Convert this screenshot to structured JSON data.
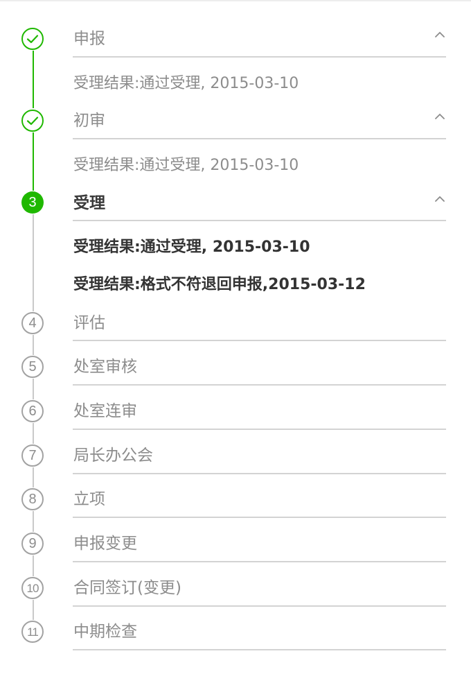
{
  "colors": {
    "accent": "#1fb800",
    "muted_text": "#8c8c8c",
    "active_text": "#3a3a3a",
    "line_inactive": "#c9c9c9"
  },
  "steps": [
    {
      "label": "申报",
      "status": "done",
      "icon": "check-icon",
      "expanded": true,
      "details": [
        "受理结果:通过受理, 2015-03-10"
      ]
    },
    {
      "label": "初审",
      "status": "done",
      "icon": "check-icon",
      "expanded": true,
      "details": [
        "受理结果:通过受理, 2015-03-10"
      ]
    },
    {
      "label": "受理",
      "number": "3",
      "status": "current",
      "expanded": true,
      "details": [
        "受理结果:通过受理, 2015-03-10",
        "受理结果:格式不符退回申报,2015-03-12"
      ]
    },
    {
      "label": "评估",
      "number": "4",
      "status": "pending"
    },
    {
      "label": "处室审核",
      "number": "5",
      "status": "pending"
    },
    {
      "label": "处室连审",
      "number": "6",
      "status": "pending"
    },
    {
      "label": "局长办公会",
      "number": "7",
      "status": "pending"
    },
    {
      "label": "立项",
      "number": "8",
      "status": "pending"
    },
    {
      "label": "申报变更",
      "number": "9",
      "status": "pending"
    },
    {
      "label": "合同签订(变更)",
      "number": "10",
      "status": "pending"
    },
    {
      "label": "中期检查",
      "number": "11",
      "status": "pending"
    }
  ]
}
